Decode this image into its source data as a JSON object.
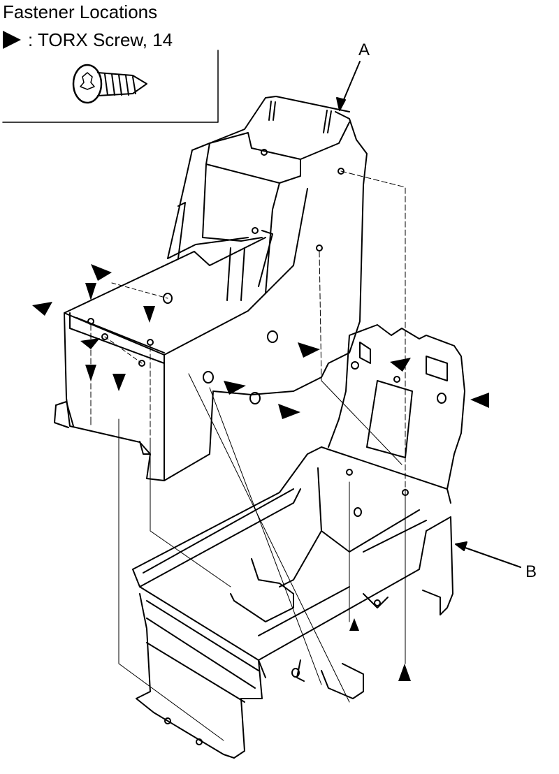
{
  "title": "Fastener Locations",
  "legend": {
    "fastener_label": ": TORX Screw, 14",
    "fastener_icon": "triangle-marker-icon",
    "screw_icon": "torx-screw-icon"
  },
  "callouts": {
    "a": "A",
    "b": "B"
  },
  "colors": {
    "line": "#000000",
    "background": "#ffffff"
  }
}
